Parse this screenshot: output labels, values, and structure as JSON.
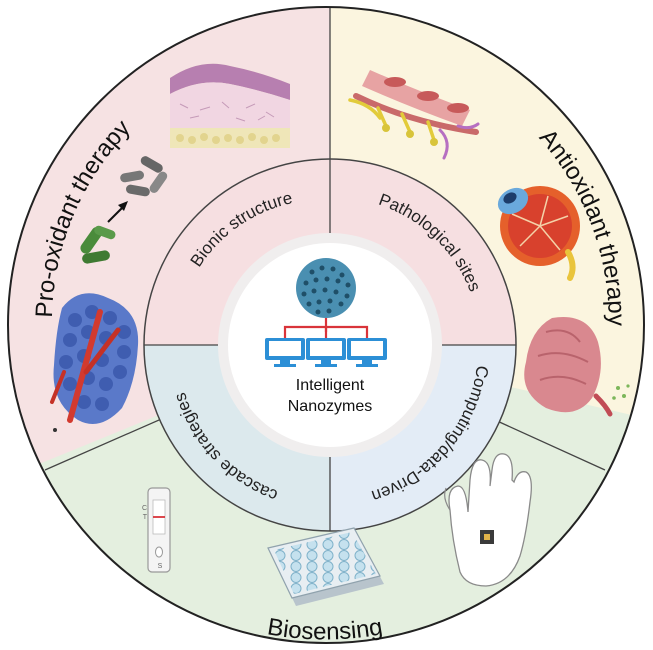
{
  "center": {
    "line1": "Intelligent",
    "line2": "Nanozymes"
  },
  "inner_ring": {
    "top_left": "Bionic structure",
    "top_right": "Pathological sites",
    "bottom_right": "Computing/data-Driven",
    "bottom_left": "cascade strategies"
  },
  "outer_ring": {
    "left": "Pro-oxidant therapy",
    "right": "Antioxidant therapy",
    "bottom": "Biosensing"
  },
  "test_strip": {
    "c_mark": "C",
    "t_mark": "T",
    "s_mark": "S"
  },
  "colors": {
    "pro_oxidant_bg": "#f6e2e3",
    "antioxidant_bg": "#fbf5df",
    "biosensing_bg": "#e4efdf",
    "inner_pink": "#f6dfe1",
    "inner_blue": "#dce9ed",
    "inner_light_blue": "#e3ecf6",
    "network_red": "#d9343a",
    "network_blue": "#2c8fd6",
    "sphere_blue": "#4a8fb1"
  },
  "icons": [
    "skin-tissue-icon",
    "bacteria-icon",
    "tumor-cells-icon",
    "blood-vessel-icon",
    "eye-icon",
    "intestine-icon",
    "test-strip-icon",
    "well-plate-icon",
    "wearable-hand-icon",
    "nanozyme-sphere-icon",
    "computer-network-icon"
  ]
}
